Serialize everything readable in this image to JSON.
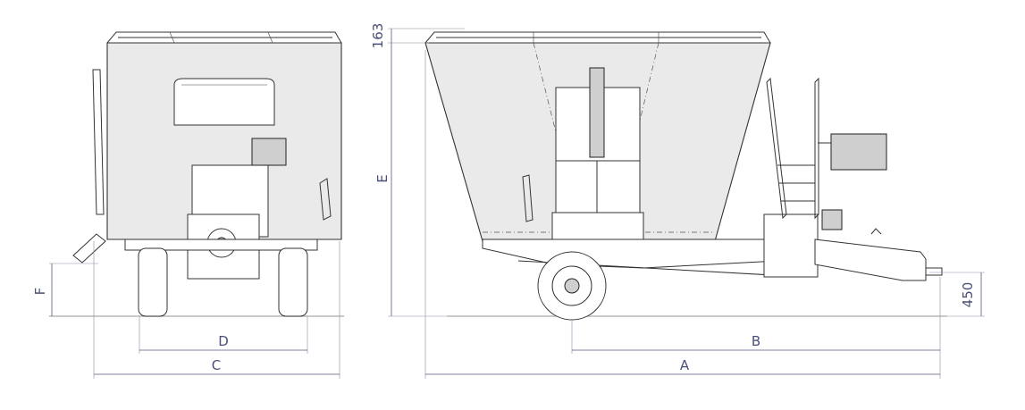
{
  "diagram": {
    "front_view": {
      "dim_C": "C",
      "dim_D": "D",
      "dim_F": "F"
    },
    "side_view": {
      "dim_A": "A",
      "dim_B": "B",
      "dim_E": "E",
      "dim_top": "163",
      "dim_hitch": "450"
    }
  },
  "colors": {
    "dimension": "#4a4f78",
    "body_fill": "#eaeaea",
    "outline": "#333333"
  }
}
